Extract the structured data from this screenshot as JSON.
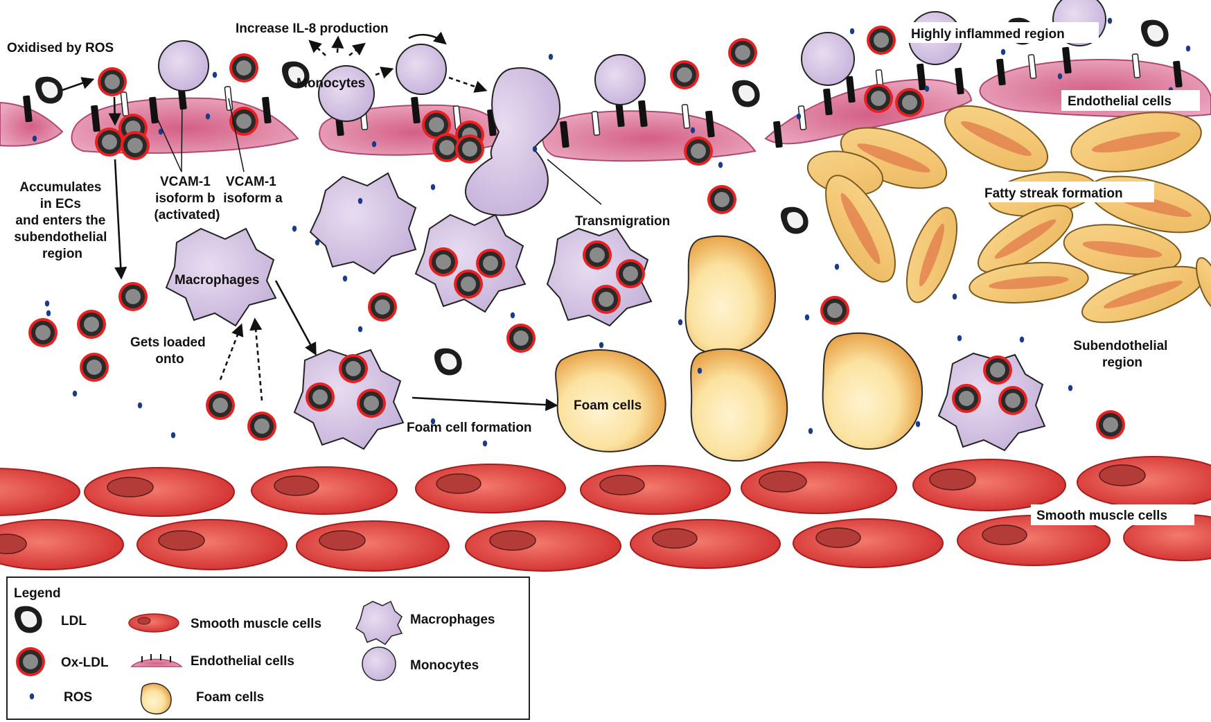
{
  "labels": {
    "oxidised_by_ros": "Oxidised by ROS",
    "increase_il8": "Increase IL-8 production",
    "monocytes": "Monocytes",
    "highly_inflamed": "Highly inflammed region",
    "endothelial_cells": "Endothelial cells",
    "accumulates_lines": [
      "Accumulates",
      "in ECs",
      "and enters the",
      "subendothelial",
      "region"
    ],
    "vcam_b_lines": [
      "VCAM-1",
      "isoform b",
      "(activated)"
    ],
    "vcam_a_lines": [
      "VCAM-1",
      "isoform a"
    ],
    "transmigration": "Transmigration",
    "fatty_streak": "Fatty streak formation",
    "macrophages": "Macrophages",
    "gets_loaded_lines": [
      "Gets loaded",
      "onto"
    ],
    "foam_cells": "Foam cells",
    "foam_cell_formation": "Foam cell formation",
    "subendothelial_lines": [
      "Subendothelial",
      "region"
    ],
    "smooth_muscle_cells": "Smooth muscle cells"
  },
  "legend": {
    "title": "Legend",
    "items": {
      "ldl": "LDL",
      "ox_ldl": "Ox-LDL",
      "ros": "ROS",
      "smooth_muscle": "Smooth muscle cells",
      "endothelial": "Endothelial cells",
      "foam": "Foam cells",
      "macrophages": "Macrophages",
      "monocytes": "Monocytes"
    }
  },
  "colors": {
    "endothelial": "#d9809e",
    "smooth_muscle": "#e0403c",
    "monocyte": "#d5c4e2",
    "foam": "#f4c86a",
    "ros": "#1a3a8a",
    "oxldl_ring": "#e02020"
  }
}
